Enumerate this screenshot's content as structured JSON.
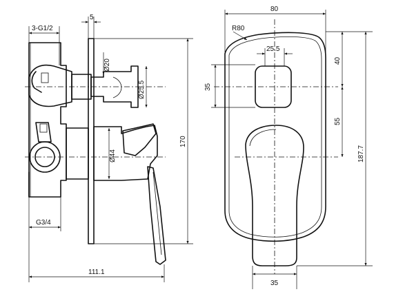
{
  "side_view": {
    "dimensions": {
      "inlet_thread_top": "3-G1/2",
      "plate_thickness": "5",
      "stem_diameter": "Ø20",
      "knob_diameter": "Ø25.5",
      "body_diameter": "Ø44",
      "overall_height": "170",
      "outlet_thread_bottom": "G3/4",
      "overall_depth": "111.1"
    }
  },
  "front_view": {
    "dimensions": {
      "plate_width": "80",
      "corner_radius": "R80",
      "knob_width": "25.5",
      "top_to_knob_center": "40",
      "knob_height": "35",
      "knob_to_lever_center": "55",
      "overall_height": "187.7",
      "lever_width": "35"
    }
  }
}
